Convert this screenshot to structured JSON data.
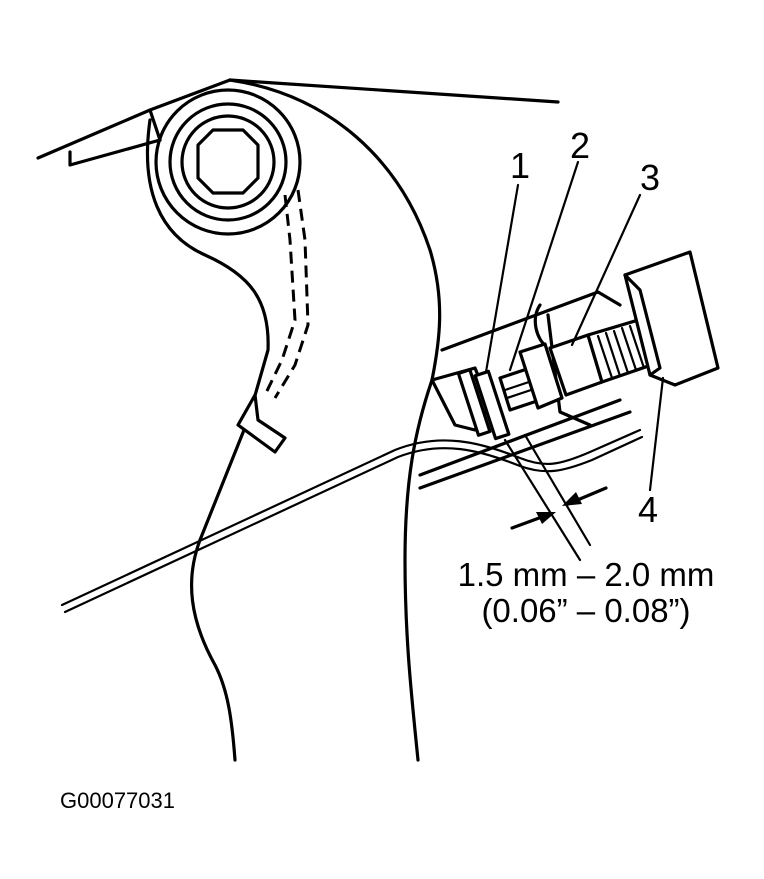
{
  "callouts": [
    "1",
    "2",
    "3",
    "4"
  ],
  "dimension": {
    "metric": "1.5 mm – 2.0 mm",
    "imperial": "(0.06” – 0.08”)"
  },
  "figure_id": "G00077031"
}
